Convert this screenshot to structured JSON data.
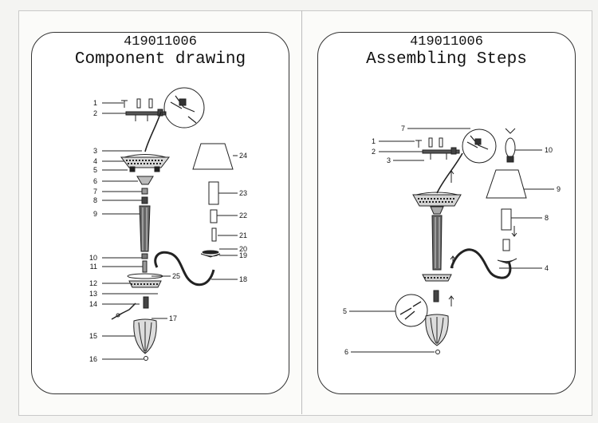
{
  "left_panel": {
    "code": "419011006",
    "heading": "Component drawing",
    "callouts": [
      "1",
      "2",
      "3",
      "4",
      "5",
      "6",
      "7",
      "8",
      "9",
      "10",
      "11",
      "12",
      "13",
      "14",
      "15",
      "16",
      "17",
      "18",
      "19",
      "20",
      "21",
      "22",
      "23",
      "24",
      "25"
    ]
  },
  "right_panel": {
    "code": "419011006",
    "heading": "Assembling Steps",
    "callouts": [
      "1",
      "2",
      "3",
      "4",
      "5",
      "6",
      "7",
      "8",
      "9",
      "10"
    ]
  },
  "colors": {
    "line": "#222222",
    "frame": "#333333"
  }
}
